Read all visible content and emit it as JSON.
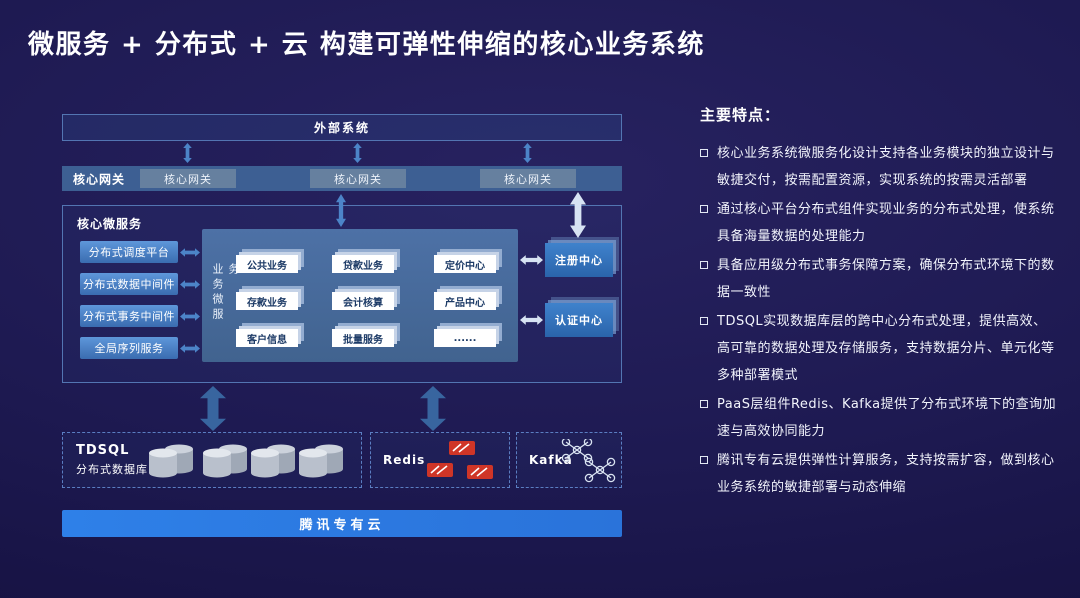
{
  "title": "微服务 + 分布式 + 云 构建可弹性伸缩的核心业务系统",
  "diagram": {
    "external_system": "外部系统",
    "gateway": {
      "label": "核心网关",
      "nodes": [
        "核心网关",
        "核心网关",
        "核心网关"
      ]
    },
    "core": {
      "label": "核心微服务",
      "middleware": [
        "分布式调度平台",
        "分布式数据中间件",
        "分布式事务中间件",
        "全局序列服务"
      ],
      "business_label": "业务微服务",
      "services": [
        "公共业务",
        "贷款业务",
        "定价中心",
        "存款业务",
        "会计核算",
        "产品中心",
        "客户信息",
        "批量服务",
        "......"
      ],
      "registry_center": "注册中心",
      "auth_center": "认证中心"
    },
    "data_layer": {
      "tdsql_name": "TDSQL",
      "tdsql_desc": "分布式数据库",
      "redis_name": "Redis",
      "kafka_name": "Kafka"
    },
    "cloud_bar": "腾讯专有云"
  },
  "features": {
    "heading": "主要特点：",
    "items": [
      "核心业务系统微服务化设计支持各业务模块的独立设计与敏捷交付，按需配置资源，实现系统的按需灵活部署",
      "通过核心平台分布式组件实现业务的分布式处理，使系统具备海量数据的处理能力",
      "具备应用级分布式事务保障方案，确保分布式环境下的数据一致性",
      "TDSQL实现数据库层的跨中心分布式处理，提供高效、高可靠的数据处理及存储服务，支持数据分片、单元化等多种部署模式",
      "PaaS层组件Redis、Kafka提供了分布式环境下的查询加速与高效协同能力",
      "腾讯专有云提供弹性计算服务，支持按需扩容，做到核心业务系统的敏捷部署与动态伸缩"
    ]
  },
  "icons": {
    "tdsql_icon": "database-cylinders",
    "redis_icon": "red-cubes",
    "kafka_icon": "circle-cluster",
    "arrow_icon": "double-headed-arrow",
    "bullet_icon": "square-outline"
  },
  "colors": {
    "background": "#1e1a52",
    "gateway_bar_blue": "#3d5f93",
    "business_box_blue": "#48699c",
    "middleware_blue": "#4c84c8",
    "cloud_bar_blue": "#2b7ce5",
    "redis_red": "#cf3527",
    "card_text_navy": "#1c3a66"
  }
}
